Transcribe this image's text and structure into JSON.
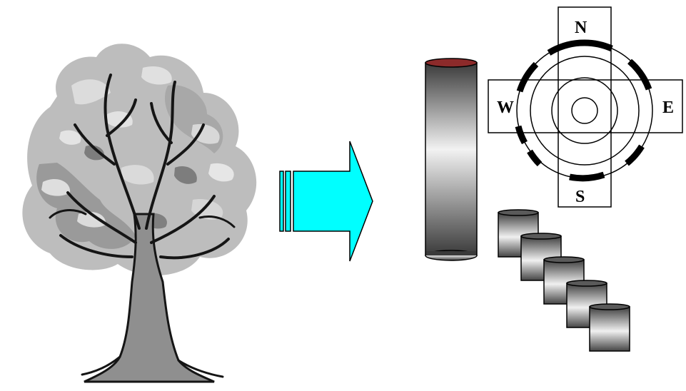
{
  "diagram": {
    "compass": {
      "north": "N",
      "south": "S",
      "east": "E",
      "west": "W"
    },
    "colors": {
      "arrow_fill": "#00ffff",
      "foliage_light": "#cfcfcf",
      "foliage_mid": "#a6a6a6",
      "foliage_dark": "#7a7a7a",
      "trunk": "#8f8f8f",
      "branch_outline": "#151515",
      "log_end": "#8c2a2a",
      "cylinder_dark": "#3a3a3a",
      "cylinder_light": "#f2f2f2"
    },
    "disk_count": 5
  }
}
